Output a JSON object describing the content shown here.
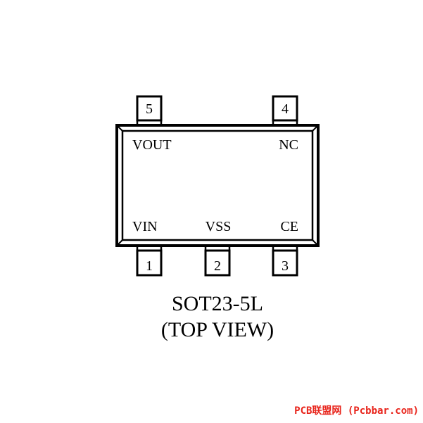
{
  "package": {
    "name": "SOT23-5L",
    "view": "(TOP VIEW)"
  },
  "pins": {
    "pin1": {
      "number": "1",
      "label": "VIN"
    },
    "pin2": {
      "number": "2",
      "label": "VSS"
    },
    "pin3": {
      "number": "3",
      "label": "CE"
    },
    "pin4": {
      "number": "4",
      "label": "NC"
    },
    "pin5": {
      "number": "5",
      "label": "VOUT"
    }
  },
  "watermark": "PCB联盟网 (Pcbbar.com)",
  "colors": {
    "ink": "#000000",
    "background": "#ffffff",
    "watermark": "#e8231a"
  }
}
